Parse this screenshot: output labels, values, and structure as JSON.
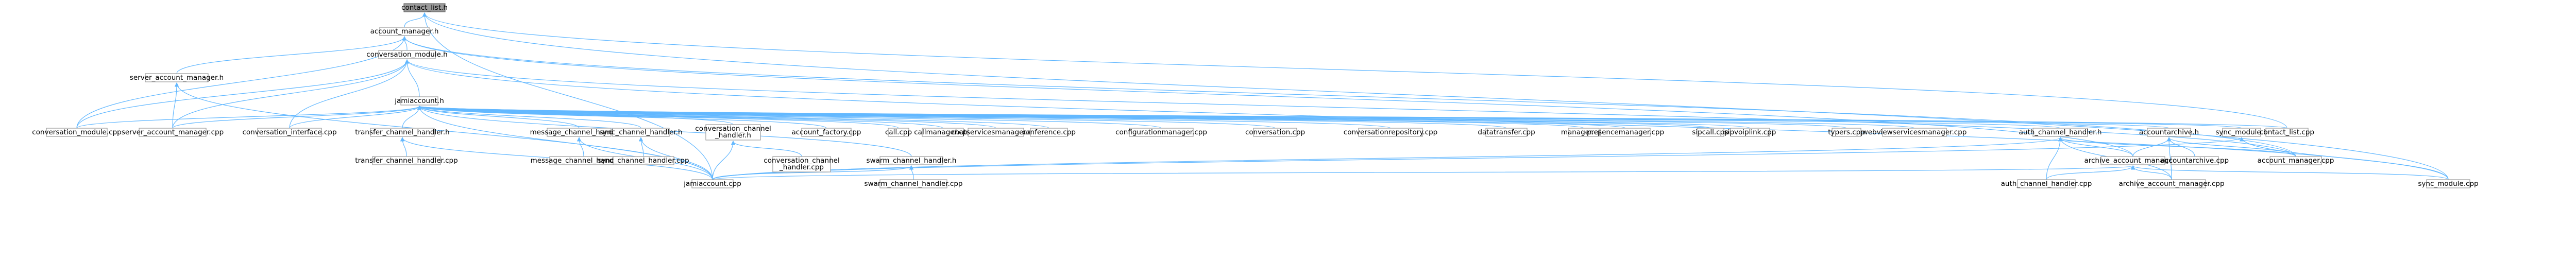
{
  "graph": {
    "colors": {
      "edge": "#63b8ff",
      "node_border": "#999999",
      "root_fill": "#999999",
      "node_fill": "#ffffff"
    },
    "nodes": [
      {
        "id": "contact_list_h",
        "label": "contact_list.h",
        "root": true
      },
      {
        "id": "account_manager_h",
        "label": "account_manager.h"
      },
      {
        "id": "conversation_module_h",
        "label": "conversation_module.h"
      },
      {
        "id": "server_account_manager_h",
        "label": "server_account_manager.h"
      },
      {
        "id": "jamiaccount_h",
        "label": "jamiaccount.h"
      },
      {
        "id": "conversation_module_cpp",
        "label": "conversation_module.cpp"
      },
      {
        "id": "server_account_manager_cpp",
        "label": "server_account_manager.cpp"
      },
      {
        "id": "conversation_interface_cpp",
        "label": "conversation_interface.cpp"
      },
      {
        "id": "transfer_channel_handler_h",
        "label": "transfer_channel_handler.h"
      },
      {
        "id": "message_channel_handler_h",
        "label": "message_channel_handler.h"
      },
      {
        "id": "sync_channel_handler_h",
        "label": "sync_channel_handler.h"
      },
      {
        "id": "conversation_channel_handler_h",
        "label": "conversation_channel_handler.h",
        "lines": [
          "conversation_channel",
          "_handler.h"
        ]
      },
      {
        "id": "account_factory_cpp",
        "label": "account_factory.cpp"
      },
      {
        "id": "call_cpp",
        "label": "call.cpp"
      },
      {
        "id": "callmanager_cpp",
        "label": "callmanager.cpp"
      },
      {
        "id": "chatservicesmanager_cpp",
        "label": "chatservicesmanager.cpp"
      },
      {
        "id": "conference_cpp",
        "label": "conference.cpp"
      },
      {
        "id": "configurationmanager_cpp",
        "label": "configurationmanager.cpp"
      },
      {
        "id": "conversation_cpp",
        "label": "conversation.cpp"
      },
      {
        "id": "conversationrepository_cpp",
        "label": "conversationrepository.cpp"
      },
      {
        "id": "datatransfer_cpp",
        "label": "datatransfer.cpp"
      },
      {
        "id": "manager_cpp",
        "label": "manager.cpp"
      },
      {
        "id": "presencemanager_cpp",
        "label": "presencemanager.cpp"
      },
      {
        "id": "sipcall_cpp",
        "label": "sipcall.cpp"
      },
      {
        "id": "sipvoiplink_cpp",
        "label": "sipvoiplink.cpp"
      },
      {
        "id": "typers_cpp",
        "label": "typers.cpp"
      },
      {
        "id": "webviewservicesmanager_cpp",
        "label": "webviewservicesmanager.cpp"
      },
      {
        "id": "auth_channel_handler_h",
        "label": "auth_channel_handler.h"
      },
      {
        "id": "accountarchive_h",
        "label": "accountarchive.h"
      },
      {
        "id": "sync_module_h",
        "label": "sync_module.h"
      },
      {
        "id": "contact_list_cpp",
        "label": "contact_list.cpp"
      },
      {
        "id": "transfer_channel_handler_cpp",
        "label": "transfer_channel_handler.cpp"
      },
      {
        "id": "message_channel_handler_cpp",
        "label": "message_channel_handler.cpp"
      },
      {
        "id": "sync_channel_handler_cpp",
        "label": "sync_channel_handler.cpp"
      },
      {
        "id": "conversation_channel_handler_cpp",
        "label": "conversation_channel_handler.cpp",
        "lines": [
          "conversation_channel",
          "_handler.cpp"
        ]
      },
      {
        "id": "swarm_channel_handler_h",
        "label": "swarm_channel_handler.h"
      },
      {
        "id": "archive_account_manager_h",
        "label": "archive_account_manager.h"
      },
      {
        "id": "accountarchive_cpp",
        "label": "accountarchive.cpp"
      },
      {
        "id": "account_manager_cpp",
        "label": "account_manager.cpp"
      },
      {
        "id": "jamiaccount_cpp",
        "label": "jamiaccount.cpp"
      },
      {
        "id": "swarm_channel_handler_cpp",
        "label": "swarm_channel_handler.cpp"
      },
      {
        "id": "auth_channel_handler_cpp",
        "label": "auth_channel_handler.cpp"
      },
      {
        "id": "archive_account_manager_cpp",
        "label": "archive_account_manager.cpp"
      },
      {
        "id": "sync_module_cpp",
        "label": "sync_module.cpp"
      }
    ],
    "edges": [
      [
        "account_manager_h",
        "contact_list_h"
      ],
      [
        "contact_list_cpp",
        "contact_list_h"
      ],
      [
        "jamiaccount_cpp",
        "contact_list_h"
      ],
      [
        "sync_module_cpp",
        "contact_list_h"
      ],
      [
        "conversation_module_h",
        "account_manager_h"
      ],
      [
        "server_account_manager_h",
        "account_manager_h"
      ],
      [
        "archive_account_manager_h",
        "account_manager_h"
      ],
      [
        "account_manager_cpp",
        "account_manager_h"
      ],
      [
        "conversation_module_cpp",
        "account_manager_h"
      ],
      [
        "jamiaccount_h",
        "conversation_module_h"
      ],
      [
        "conversation_module_cpp",
        "conversation_module_h"
      ],
      [
        "server_account_manager_cpp",
        "conversation_module_h"
      ],
      [
        "conversation_interface_cpp",
        "conversation_module_h"
      ],
      [
        "account_manager_cpp",
        "conversation_module_h"
      ],
      [
        "sync_module_cpp",
        "conversation_module_h"
      ],
      [
        "server_account_manager_cpp",
        "server_account_manager_h"
      ],
      [
        "jamiaccount_cpp",
        "server_account_manager_h"
      ],
      [
        "conversation_module_cpp",
        "jamiaccount_h"
      ],
      [
        "server_account_manager_cpp",
        "jamiaccount_h"
      ],
      [
        "conversation_interface_cpp",
        "jamiaccount_h"
      ],
      [
        "transfer_channel_handler_h",
        "jamiaccount_h"
      ],
      [
        "message_channel_handler_h",
        "jamiaccount_h"
      ],
      [
        "sync_channel_handler_h",
        "jamiaccount_h"
      ],
      [
        "conversation_channel_handler_h",
        "jamiaccount_h"
      ],
      [
        "account_factory_cpp",
        "jamiaccount_h"
      ],
      [
        "call_cpp",
        "jamiaccount_h"
      ],
      [
        "callmanager_cpp",
        "jamiaccount_h"
      ],
      [
        "chatservicesmanager_cpp",
        "jamiaccount_h"
      ],
      [
        "conference_cpp",
        "jamiaccount_h"
      ],
      [
        "configurationmanager_cpp",
        "jamiaccount_h"
      ],
      [
        "conversation_cpp",
        "jamiaccount_h"
      ],
      [
        "conversationrepository_cpp",
        "jamiaccount_h"
      ],
      [
        "datatransfer_cpp",
        "jamiaccount_h"
      ],
      [
        "manager_cpp",
        "jamiaccount_h"
      ],
      [
        "presencemanager_cpp",
        "jamiaccount_h"
      ],
      [
        "sipcall_cpp",
        "jamiaccount_h"
      ],
      [
        "sipvoiplink_cpp",
        "jamiaccount_h"
      ],
      [
        "typers_cpp",
        "jamiaccount_h"
      ],
      [
        "webviewservicesmanager_cpp",
        "jamiaccount_h"
      ],
      [
        "auth_channel_handler_h",
        "jamiaccount_h"
      ],
      [
        "accountarchive_h",
        "jamiaccount_h"
      ],
      [
        "sync_module_h",
        "jamiaccount_h"
      ],
      [
        "contact_list_cpp",
        "jamiaccount_h"
      ],
      [
        "jamiaccount_cpp",
        "jamiaccount_h"
      ],
      [
        "swarm_channel_handler_h",
        "jamiaccount_h"
      ],
      [
        "transfer_channel_handler_cpp",
        "transfer_channel_handler_h"
      ],
      [
        "jamiaccount_cpp",
        "transfer_channel_handler_h"
      ],
      [
        "message_channel_handler_cpp",
        "message_channel_handler_h"
      ],
      [
        "jamiaccount_cpp",
        "message_channel_handler_h"
      ],
      [
        "sync_channel_handler_cpp",
        "sync_channel_handler_h"
      ],
      [
        "jamiaccount_cpp",
        "sync_channel_handler_h"
      ],
      [
        "conversation_channel_handler_cpp",
        "conversation_channel_handler_h"
      ],
      [
        "jamiaccount_cpp",
        "conversation_channel_handler_h"
      ],
      [
        "swarm_channel_handler_cpp",
        "swarm_channel_handler_h"
      ],
      [
        "jamiaccount_cpp",
        "swarm_channel_handler_h"
      ],
      [
        "archive_account_manager_h",
        "auth_channel_handler_h"
      ],
      [
        "auth_channel_handler_cpp",
        "auth_channel_handler_h"
      ],
      [
        "archive_account_manager_cpp",
        "auth_channel_handler_h"
      ],
      [
        "account_manager_cpp",
        "auth_channel_handler_h"
      ],
      [
        "jamiaccount_cpp",
        "auth_channel_handler_h"
      ],
      [
        "accountarchive_cpp",
        "accountarchive_h"
      ],
      [
        "archive_account_manager_h",
        "accountarchive_h"
      ],
      [
        "account_manager_cpp",
        "accountarchive_h"
      ],
      [
        "archive_account_manager_cpp",
        "accountarchive_h"
      ],
      [
        "sync_module_cpp",
        "sync_module_h"
      ],
      [
        "jamiaccount_cpp",
        "sync_module_h"
      ],
      [
        "archive_account_manager_cpp",
        "archive_account_manager_h"
      ],
      [
        "auth_channel_handler_cpp",
        "archive_account_manager_h"
      ],
      [
        "jamiaccount_cpp",
        "archive_account_manager_h"
      ],
      [
        "sync_module_cpp",
        "archive_account_manager_h"
      ]
    ]
  }
}
